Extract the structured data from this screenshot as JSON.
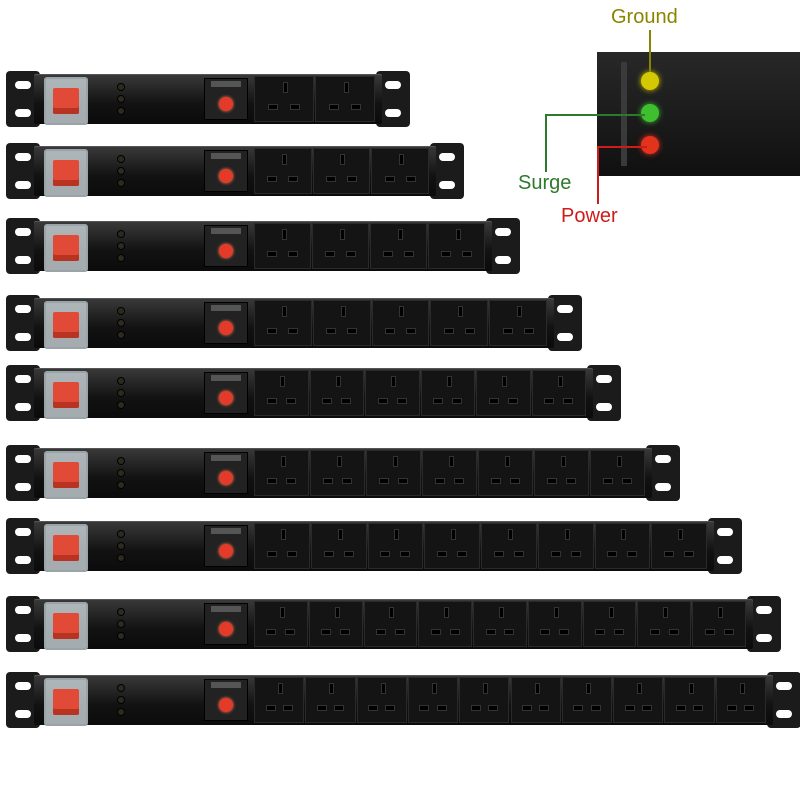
{
  "callouts": {
    "ground": {
      "label": "Ground",
      "color": "#8a8400"
    },
    "surge": {
      "label": "Surge",
      "color": "#2c7a2c"
    },
    "power": {
      "label": "Power",
      "color": "#d11a1a"
    }
  },
  "inset": {
    "led_colors": [
      "#d4c900",
      "#3fbf2f",
      "#e3331c"
    ]
  },
  "units": [
    {
      "outlets": 2
    },
    {
      "outlets": 3
    },
    {
      "outlets": 4
    },
    {
      "outlets": 5
    },
    {
      "outlets": 6
    },
    {
      "outlets": 7
    },
    {
      "outlets": 8
    },
    {
      "outlets": 9
    },
    {
      "outlets": 10
    }
  ],
  "colors": {
    "rocker": "#e04a36",
    "indicator": "#e33a2a",
    "chassis": "#121212"
  }
}
